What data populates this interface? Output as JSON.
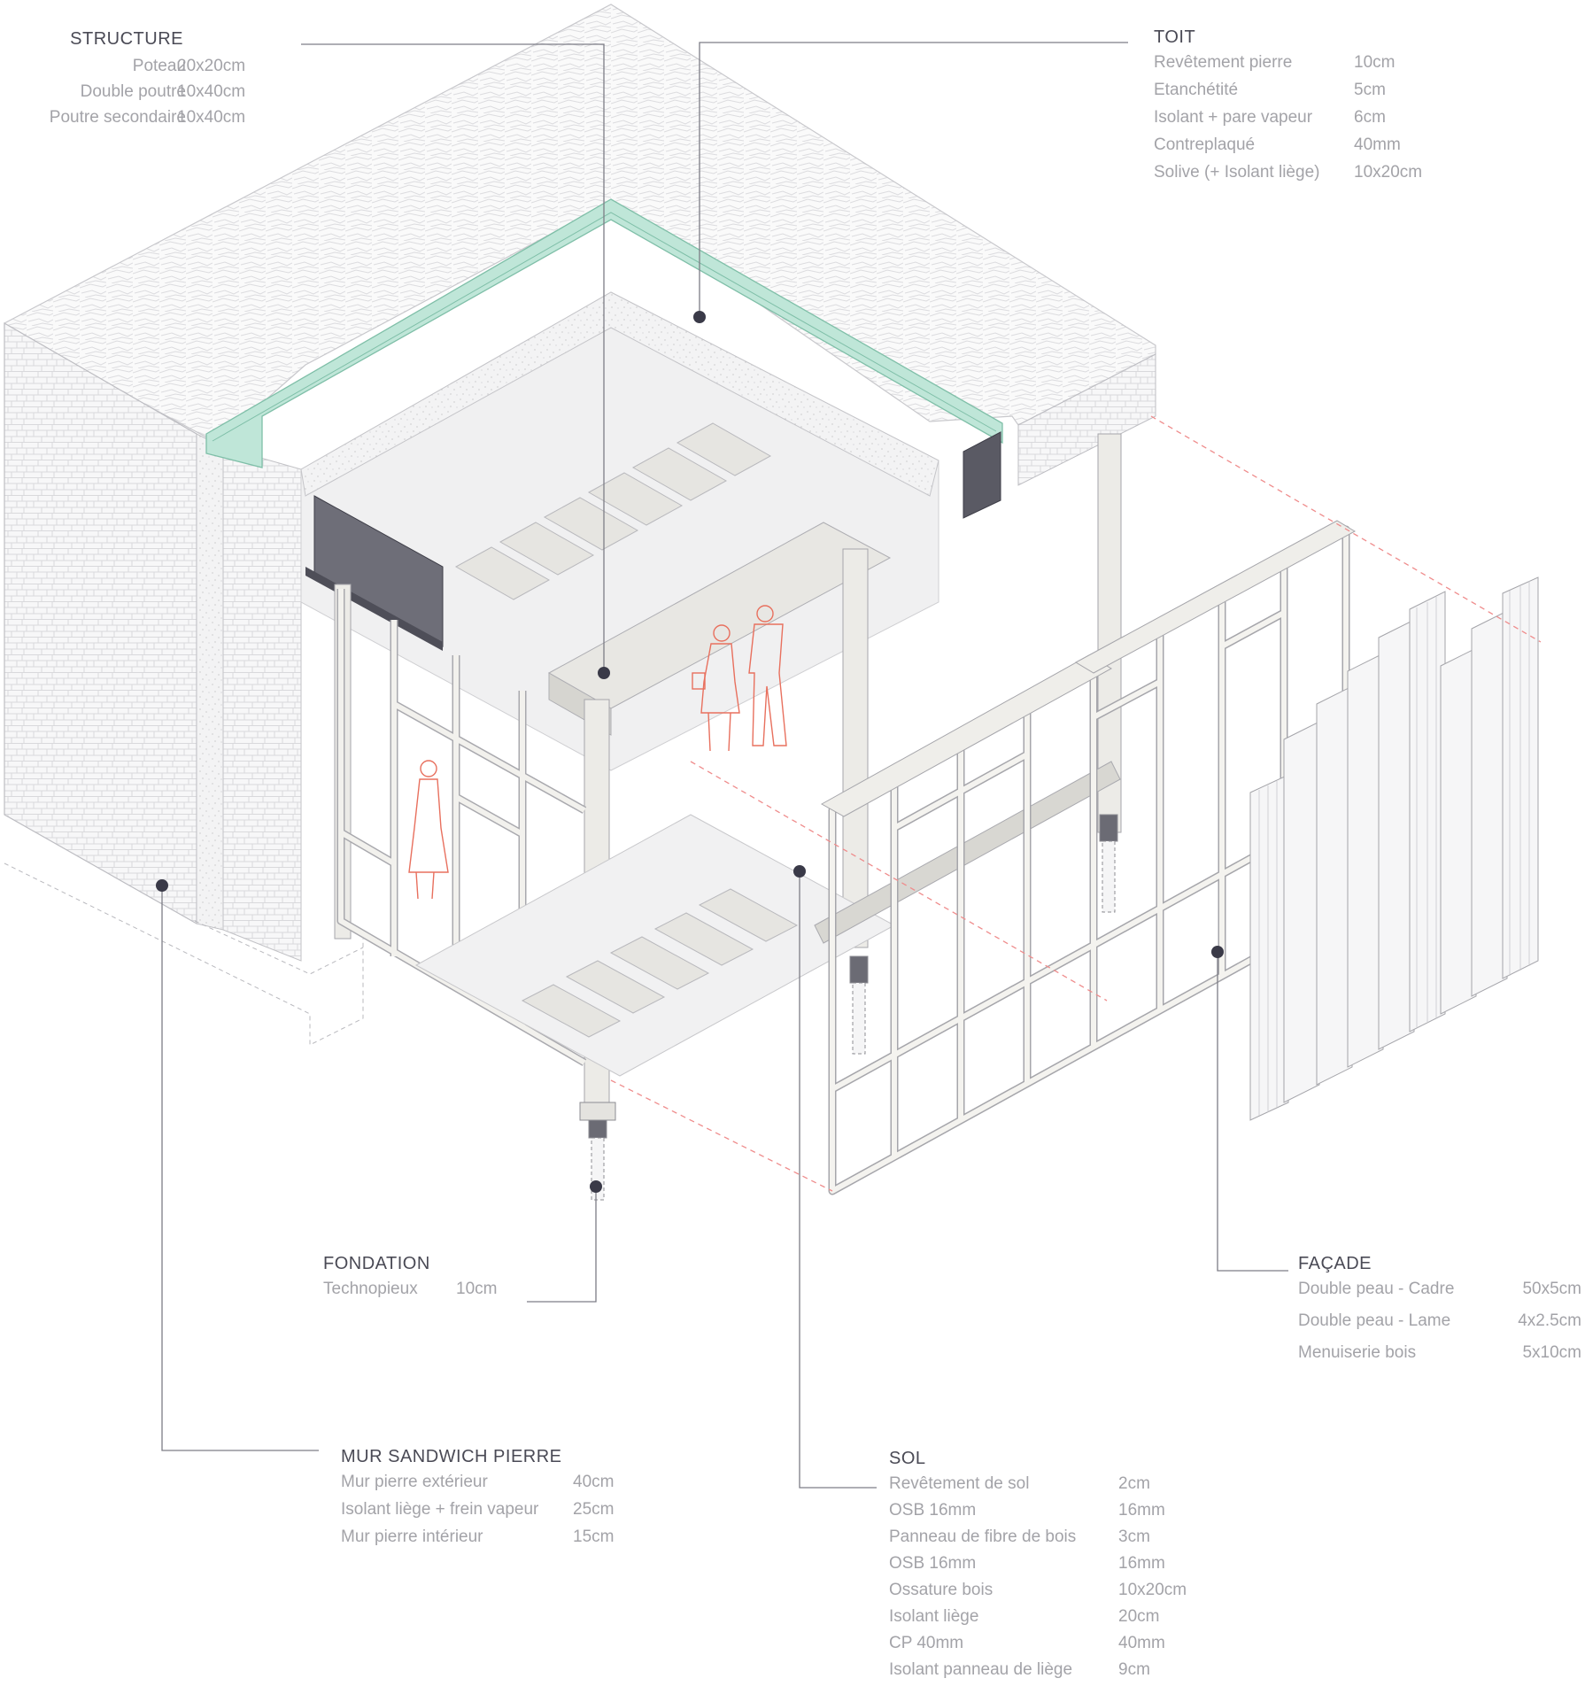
{
  "colors": {
    "leader": "#7d7d86",
    "marker": "#3a3a48",
    "stone": "#d9d9dc",
    "steel": "#6e6e78",
    "timber": "#e4e3df",
    "roof_membrane": "#bfe6d8",
    "figure": "#e8705e",
    "projection": "#ef8c8c"
  },
  "icons": [
    "person-figure-icon",
    "leader-dot-icon"
  ],
  "callouts": {
    "structure": {
      "title": "STRUCTURE",
      "rows": [
        {
          "label": "Poteau",
          "value": "20x20cm"
        },
        {
          "label": "Double poutre",
          "value": "10x40cm"
        },
        {
          "label": "Poutre secondaire",
          "value": "10x40cm"
        }
      ]
    },
    "toit": {
      "title": "TOIT",
      "rows": [
        {
          "label": "Revêtement pierre",
          "value": "10cm"
        },
        {
          "label": "Etanchétité",
          "value": "5cm"
        },
        {
          "label": "Isolant + pare vapeur",
          "value": "6cm"
        },
        {
          "label": "Contreplaqué",
          "value": "40mm"
        },
        {
          "label": "Solive (+ Isolant liège)",
          "value": "10x20cm"
        }
      ]
    },
    "fondation": {
      "title": "FONDATION",
      "rows": [
        {
          "label": "Technopieux",
          "value": "10cm"
        }
      ]
    },
    "facade": {
      "title": "FAÇADE",
      "rows": [
        {
          "label": "Double peau - Cadre",
          "value": "50x5cm"
        },
        {
          "label": "Double peau - Lame",
          "value": "4x2.5cm"
        },
        {
          "label": "Menuiserie bois",
          "value": "5x10cm"
        }
      ]
    },
    "mur": {
      "title": "MUR SANDWICH PIERRE",
      "rows": [
        {
          "label": "Mur pierre extérieur",
          "value": "40cm"
        },
        {
          "label": "Isolant liège + frein vapeur",
          "value": "25cm"
        },
        {
          "label": "Mur pierre intérieur",
          "value": "15cm"
        }
      ]
    },
    "sol": {
      "title": "SOL",
      "rows": [
        {
          "label": "Revêtement de sol",
          "value": "2cm"
        },
        {
          "label": "OSB 16mm",
          "value": "16mm"
        },
        {
          "label": "Panneau de fibre de bois",
          "value": "3cm"
        },
        {
          "label": "OSB 16mm",
          "value": "16mm"
        },
        {
          "label": "Ossature bois",
          "value": "10x20cm"
        },
        {
          "label": "Isolant liège",
          "value": "20cm"
        },
        {
          "label": "CP 40mm",
          "value": "40mm"
        },
        {
          "label": "Isolant panneau de liège",
          "value": "9cm"
        }
      ]
    }
  }
}
